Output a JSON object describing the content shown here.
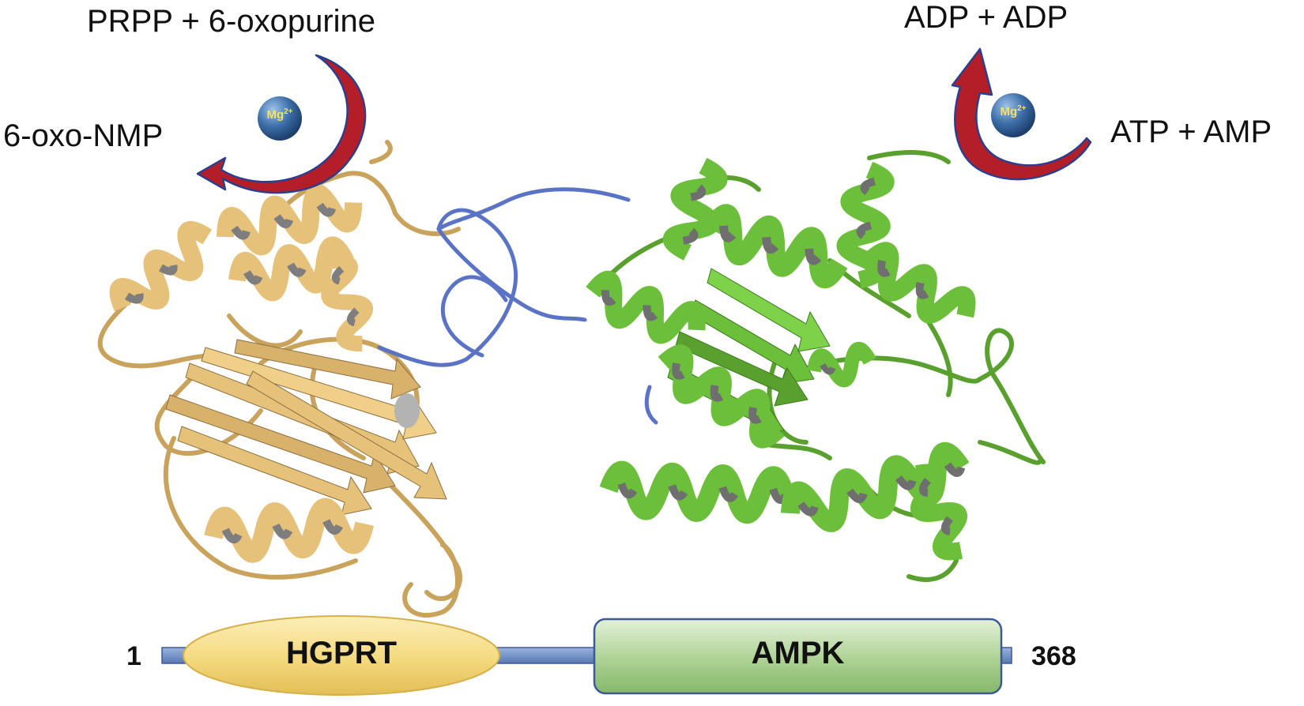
{
  "reactions": {
    "left": {
      "substrates": "PRPP + 6-oxopurine",
      "product": "6-oxo-NMP",
      "cofactor": "Mg2+"
    },
    "right": {
      "products": "ADP + ADP",
      "substrates": "ATP + AMP",
      "cofactor": "Mg2+"
    }
  },
  "domains": {
    "start_residue": "1",
    "end_residue": "368",
    "hgprt_label": "HGPRT",
    "ampk_label": "AMPK"
  },
  "colors": {
    "hgprt_structure": "#e6c17a",
    "ampk_structure": "#6cbf3a",
    "linker": "#5a73c4",
    "helix_inner": "#8c8c8c",
    "arrow": "#b41e28",
    "arrow_outline": "#2c3e8c",
    "mg_ion": "#3d6fa8",
    "mg_text": "#f6e16a",
    "hgprt_box": "#f4d97e",
    "ampk_box": "#a8cf8e",
    "backbone_bar": "#6f8fc4"
  }
}
